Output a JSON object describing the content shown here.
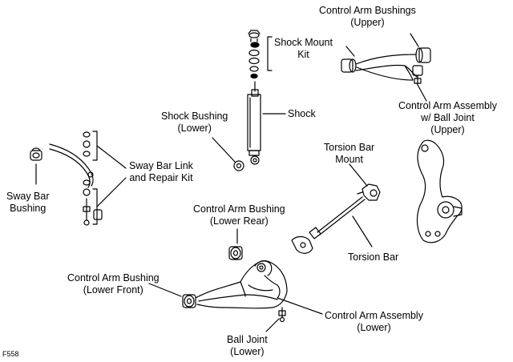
{
  "labels": {
    "control_arm_bushings_upper": [
      "Control Arm Bushings",
      "(Upper)"
    ],
    "shock_mount_kit": [
      "Shock Mount",
      "Kit"
    ],
    "shock": [
      "Shock"
    ],
    "control_arm_assembly_upper": [
      "Control Arm Assembly",
      "w/ Ball Joint",
      "(Upper)"
    ],
    "shock_bushing_lower": [
      "Shock Bushing",
      "(Lower)"
    ],
    "torsion_bar_mount": [
      "Torsion Bar",
      "Mount"
    ],
    "sway_bar_link": [
      "Sway Bar Link",
      "and Repair Kit"
    ],
    "sway_bar_bushing": [
      "Sway Bar",
      "Bushing"
    ],
    "control_arm_bushing_lower_rear": [
      "Control Arm Bushing",
      "(Lower Rear)"
    ],
    "torsion_bar": [
      "Torsion Bar"
    ],
    "control_arm_bushing_lower_front": [
      "Control Arm Bushing",
      "(Lower Front)"
    ],
    "control_arm_assembly_lower": [
      "Control Arm Assembly",
      "(Lower)"
    ],
    "ball_joint_lower": [
      "Ball Joint",
      "(Lower)"
    ]
  },
  "figure_code": "F558",
  "colors": {
    "line": "#000000",
    "background": "#ffffff"
  }
}
